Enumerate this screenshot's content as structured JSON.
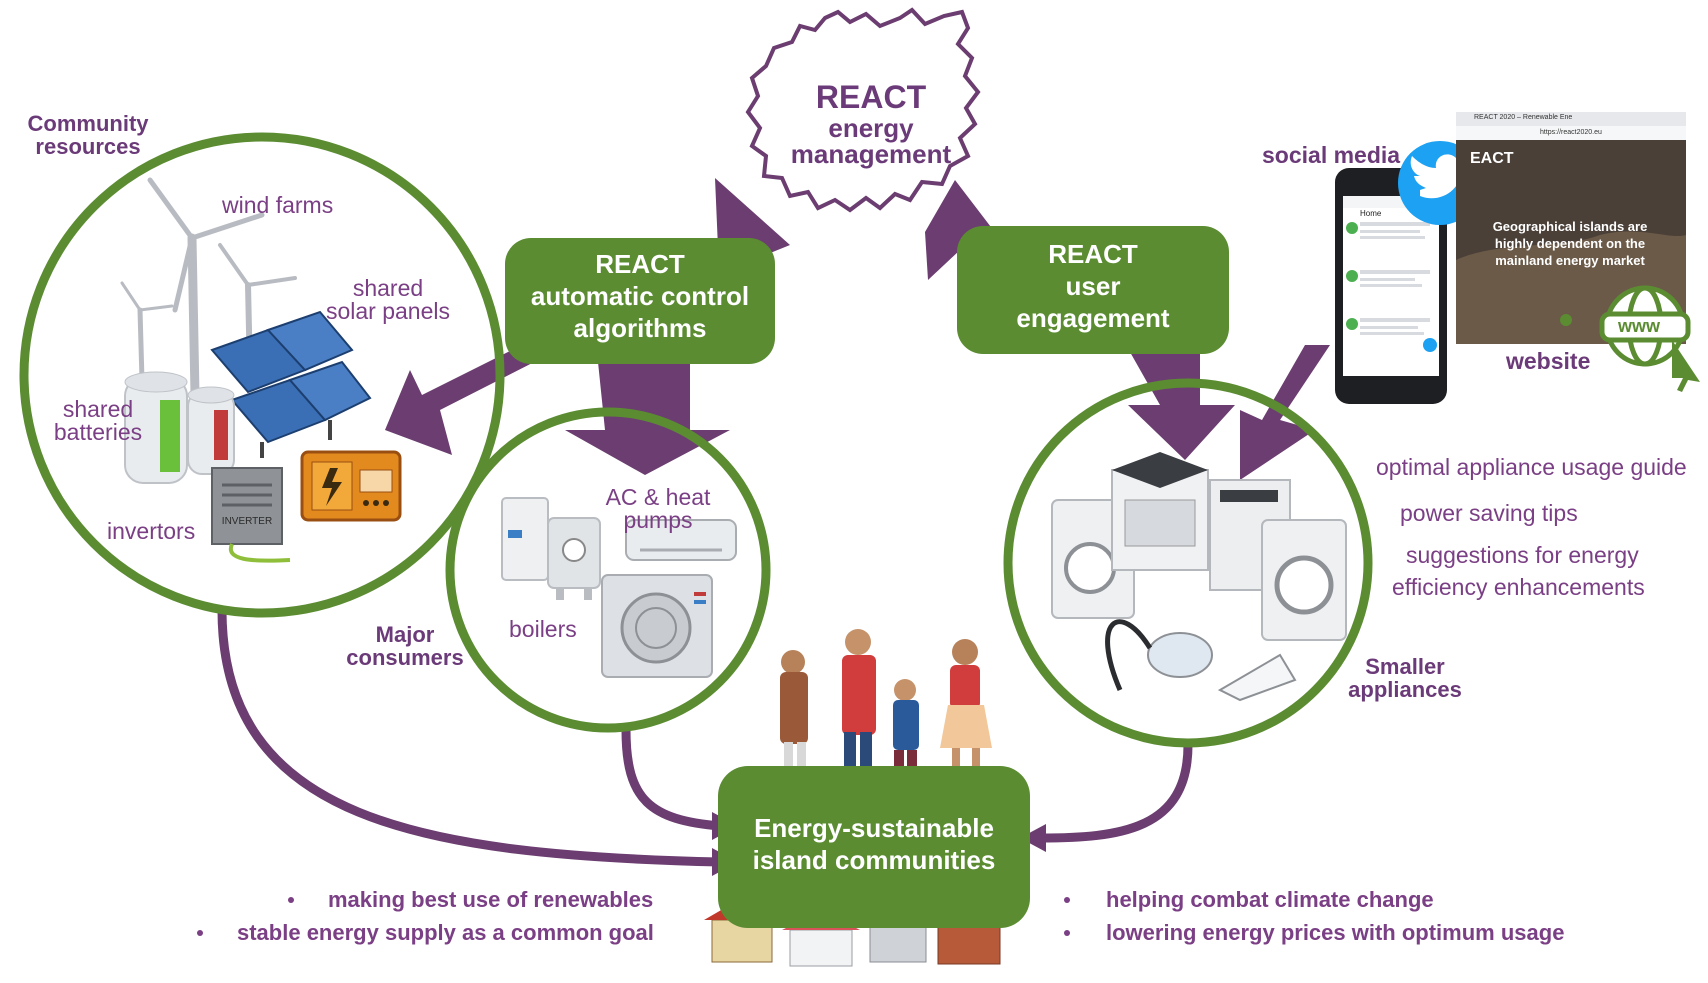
{
  "center_cloud": {
    "title": "REACT",
    "line2": "energy",
    "line3": "management"
  },
  "boxes": {
    "algorithms": [
      "REACT",
      "automatic control",
      "algorithms"
    ],
    "engagement": [
      "REACT",
      "user",
      "engagement"
    ],
    "communities": [
      "Energy-sustainable",
      "island communities"
    ]
  },
  "groups": {
    "community_resources": [
      "Community",
      "resources"
    ],
    "major_consumers": [
      "Major",
      "consumers"
    ],
    "smaller_appliances": [
      "Smaller",
      "appliances"
    ]
  },
  "labels": {
    "wind_farms": "wind farms",
    "solar": [
      "shared",
      "solar panels"
    ],
    "batteries": [
      "shared",
      "batteries"
    ],
    "invertors": "invertors",
    "ac_heat_pumps": [
      "AC & heat",
      "pumps"
    ],
    "boilers": "boilers",
    "inverter_plate": "INVERTER",
    "social_media": "social media",
    "website": "website",
    "www": "www"
  },
  "engagement_items": [
    "optimal appliance usage guide",
    "power saving tips",
    "suggestions for energy",
    "efficiency enhancements"
  ],
  "bullets_left": [
    "making best use of renewables",
    "stable energy supply as a common goal"
  ],
  "bullets_right": [
    "helping combat climate change",
    "lowering energy prices with optimum usage"
  ],
  "website_screen": {
    "tab": "REACT 2020 – Renewable Ene",
    "url": "https://react2020.eu",
    "logo": "EACT",
    "headline": [
      "Geographical islands are",
      "highly dependent on the",
      "mainland energy market"
    ]
  },
  "phone_screen": {
    "header": "Home"
  },
  "colors": {
    "green": "#5b8c32",
    "purple": "#6b3a78",
    "arrow": "#6b3d70",
    "light_text": "#7a3f84"
  }
}
